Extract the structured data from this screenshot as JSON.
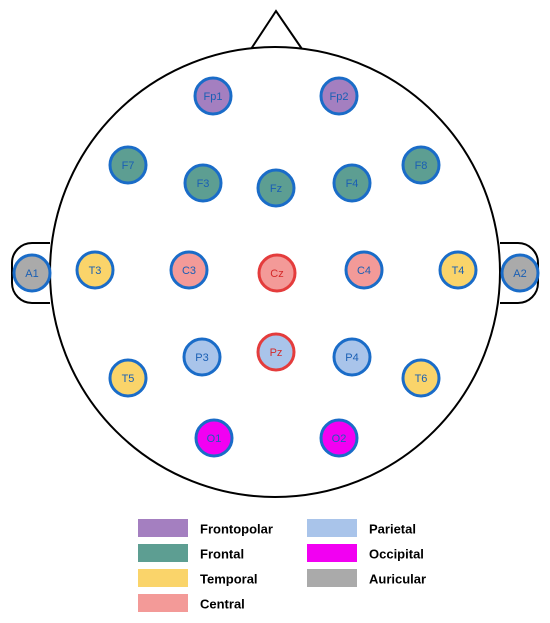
{
  "colors": {
    "Frontopolar": "#a47fc0",
    "Frontal": "#5d9e92",
    "Temporal": "#fad46a",
    "Central": "#f39a98",
    "Parietal": "#a9c4ea",
    "Occipital": "#f200f2",
    "Auricular": "#aaaaaa",
    "default_stroke": "#1a6cc8",
    "default_text": "#1a5fb4",
    "midline_stroke": "#e43c3c",
    "midline_text": "#d42a2a"
  },
  "electrodes": [
    {
      "id": "fp1",
      "label": "Fp1",
      "region": "Frontopolar"
    },
    {
      "id": "fp2",
      "label": "Fp2",
      "region": "Frontopolar"
    },
    {
      "id": "f7",
      "label": "F7",
      "region": "Frontal"
    },
    {
      "id": "f8",
      "label": "F8",
      "region": "Frontal"
    },
    {
      "id": "f3",
      "label": "F3",
      "region": "Frontal"
    },
    {
      "id": "fz",
      "label": "Fz",
      "region": "Frontal"
    },
    {
      "id": "f4",
      "label": "F4",
      "region": "Frontal"
    },
    {
      "id": "a1",
      "label": "A1",
      "region": "Auricular"
    },
    {
      "id": "a2",
      "label": "A2",
      "region": "Auricular"
    },
    {
      "id": "t3",
      "label": "T3",
      "region": "Temporal"
    },
    {
      "id": "t4",
      "label": "T4",
      "region": "Temporal"
    },
    {
      "id": "c3",
      "label": "C3",
      "region": "Central"
    },
    {
      "id": "cz",
      "label": "Cz",
      "region": "Central",
      "midline": true
    },
    {
      "id": "c4",
      "label": "C4",
      "region": "Central"
    },
    {
      "id": "pz",
      "label": "Pz",
      "region": "Parietal",
      "midline": true
    },
    {
      "id": "p3",
      "label": "P3",
      "region": "Parietal"
    },
    {
      "id": "p4",
      "label": "P4",
      "region": "Parietal"
    },
    {
      "id": "t5",
      "label": "T5",
      "region": "Temporal"
    },
    {
      "id": "t6",
      "label": "T6",
      "region": "Temporal"
    },
    {
      "id": "o1",
      "label": "O1",
      "region": "Occipital"
    },
    {
      "id": "o2",
      "label": "O2",
      "region": "Occipital"
    }
  ],
  "legend": [
    {
      "label": "Frontopolar",
      "region": "Frontopolar"
    },
    {
      "label": "Frontal",
      "region": "Frontal"
    },
    {
      "label": "Temporal",
      "region": "Temporal"
    },
    {
      "label": "Central",
      "region": "Central"
    },
    {
      "label": "Parietal",
      "region": "Parietal"
    },
    {
      "label": "Occipital",
      "region": "Occipital"
    },
    {
      "label": "Auricular",
      "region": "Auricular"
    }
  ]
}
